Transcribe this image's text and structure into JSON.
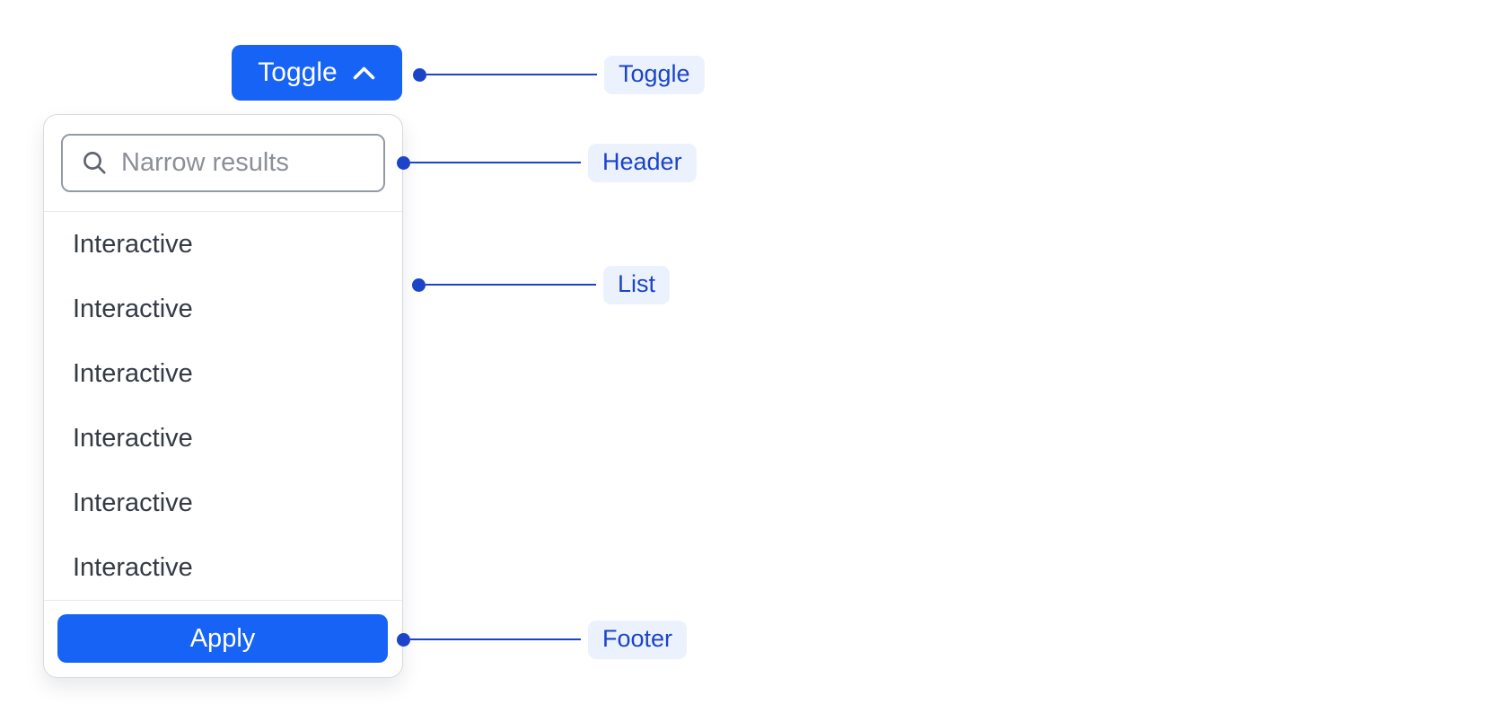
{
  "colors": {
    "primary": "#1763f5",
    "annotation": "#1b44c8",
    "annotationBg": "#ecf2fd",
    "listText": "#343b46"
  },
  "toggle": {
    "label": "Toggle",
    "icon": "chevron-up-icon"
  },
  "dropdown": {
    "header": {
      "icon": "search-icon",
      "search_placeholder": "Narrow results",
      "search_value": ""
    },
    "list": {
      "items": [
        "Interactive",
        "Interactive",
        "Interactive",
        "Interactive",
        "Interactive",
        "Interactive"
      ]
    },
    "footer": {
      "apply_label": "Apply"
    }
  },
  "annotations": {
    "toggle": "Toggle",
    "header": "Header",
    "list": "List",
    "footer": "Footer"
  }
}
